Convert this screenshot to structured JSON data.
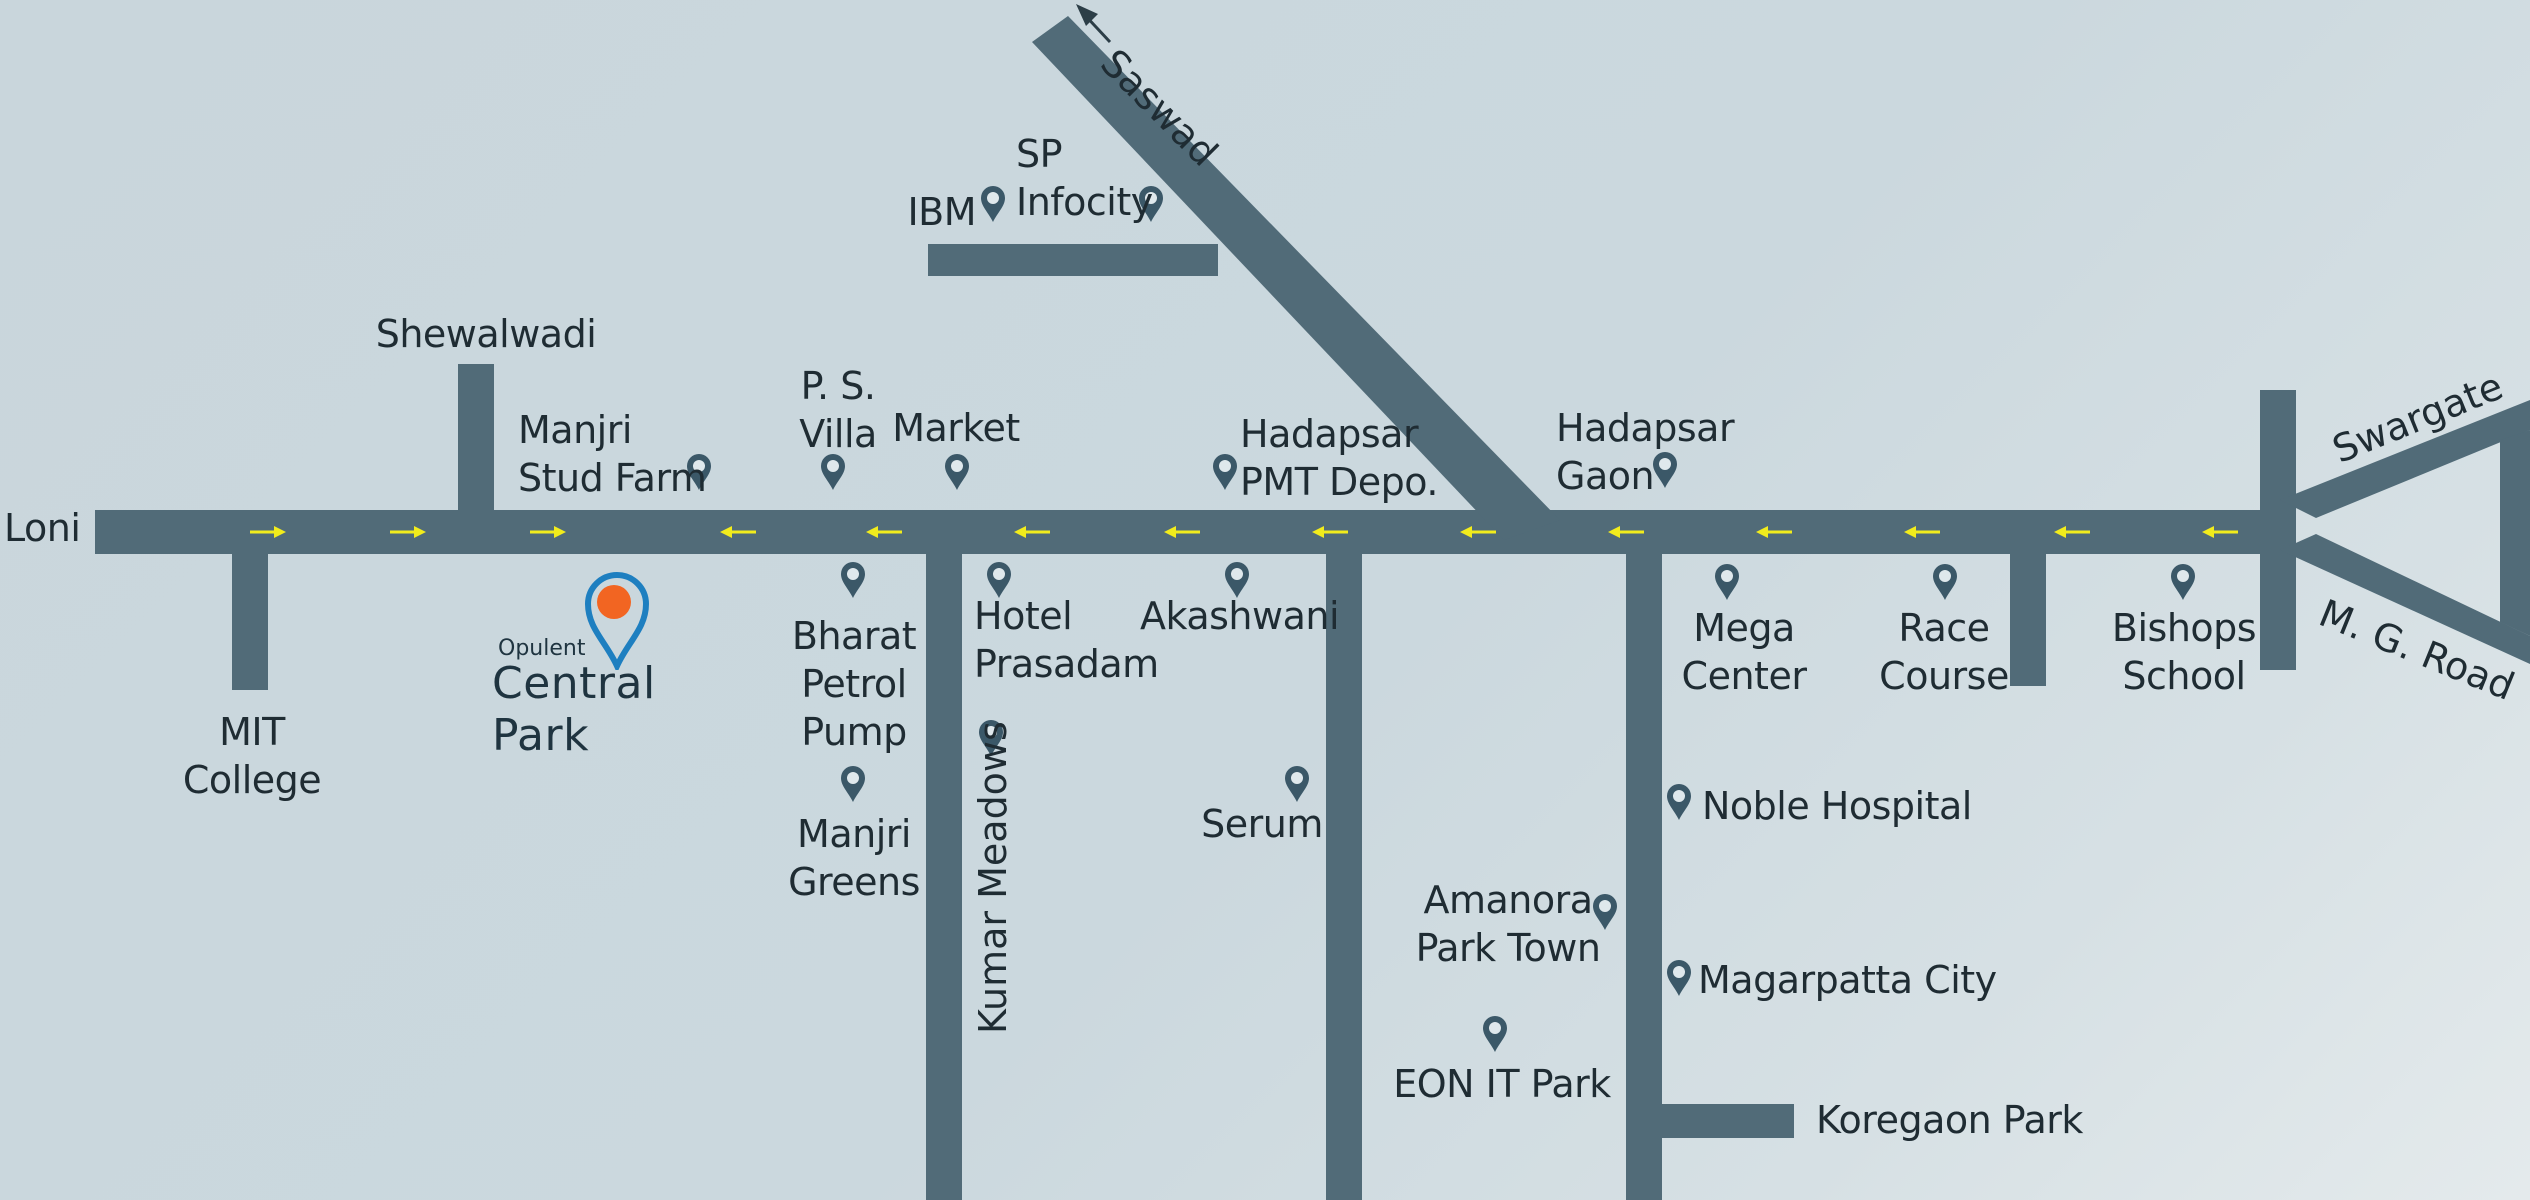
{
  "map": {
    "road_color": "#516b78",
    "arrow_color": "#f2ec1c",
    "pin_color": "#3b5868",
    "logo_pin_colors": {
      "outline": "#1e7fc0",
      "dot": "#f26522"
    }
  },
  "labels": {
    "loni": "Loni",
    "mit_college": "MIT\nCollege",
    "shewalwadi": "Shewalwadi",
    "manjri_stud_farm": "Manjri\nStud Farm",
    "ps_villa": "P. S.\nVilla",
    "market": "Market",
    "ibm": "IBM",
    "sp_infocity": "SP\nInfocity",
    "saswad": "Saswad",
    "hadapsar_pmt_depo": "Hadapsar\nPMT Depo.",
    "hadapsar_gaon": "Hadapsar\nGaon",
    "swargate": "Swargate",
    "mg_road": "M. G. Road",
    "bharat_petrol_pump": "Bharat\nPetrol\nPump",
    "manjri_greens": "Manjri\nGreens",
    "hotel_prasadam": "Hotel\nPrasadam",
    "kumar_meadows": "Kumar Meadows",
    "akashwani": "Akashwani",
    "serum": "Serum",
    "mega_center": "Mega\nCenter",
    "race_course": "Race\nCourse",
    "bishops_school": "Bishops\nSchool",
    "noble_hospital": "Noble Hospital",
    "amanora_park_town": "Amanora\nPark Town",
    "magarpatta_city": "Magarpatta City",
    "eon_it_park": "EON IT Park",
    "koregaon_park": "Koregaon Park"
  },
  "logo": {
    "brand_small": "Opulent",
    "brand_big": "Central Park"
  }
}
